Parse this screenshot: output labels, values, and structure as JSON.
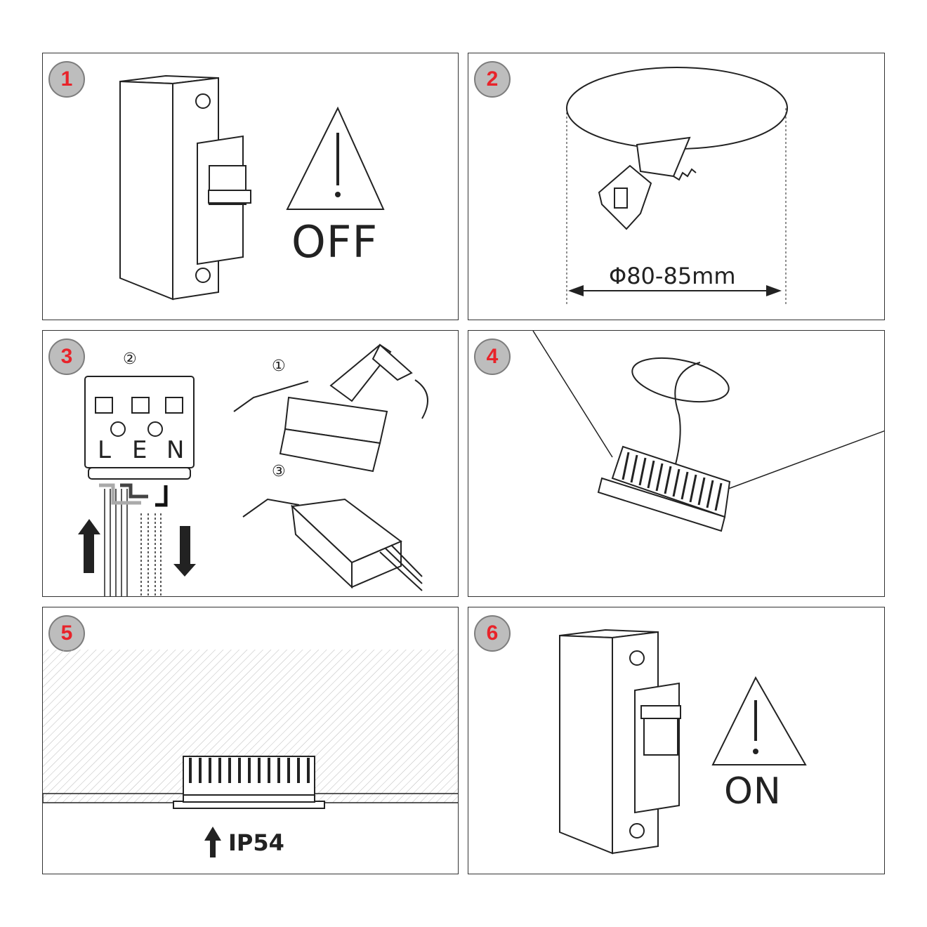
{
  "steps": [
    {
      "number": "1",
      "caption": "OFF"
    },
    {
      "number": "2",
      "caption": "Φ80-85mm"
    },
    {
      "number": "3",
      "connector_letters": [
        "L",
        "E",
        "N"
      ],
      "substeps": [
        "①",
        "②",
        "③"
      ]
    },
    {
      "number": "4"
    },
    {
      "number": "5",
      "caption": "IP54"
    },
    {
      "number": "6",
      "caption": "ON"
    }
  ],
  "colors": {
    "badge_fill": "#bdbdbd",
    "badge_number": "#e8232a",
    "line": "#222222"
  },
  "icons": [
    "circuit-breaker-icon",
    "warning-triangle-icon",
    "saw-icon",
    "arrow-up-icon",
    "arrow-down-icon",
    "downlight-icon"
  ]
}
